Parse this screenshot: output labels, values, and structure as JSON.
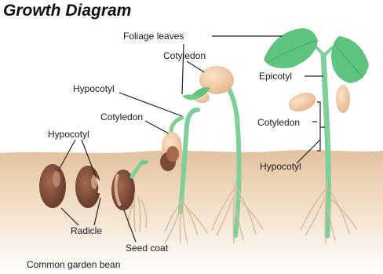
{
  "title": "Growth Diagram",
  "caption": "Common garden bean",
  "labels": {
    "foliage_leaves": "Foliage leaves",
    "cotyledon_top": "Cotyledon",
    "epicotyl": "Epicotyl",
    "hypocotyl_upper": "Hypocotyl",
    "cotyledon_mid": "Cotyledon",
    "cotyledon_right": "Cotyledon",
    "hypocotyl_left": "Hypocotyl",
    "hypocotyl_right": "Hypocotyl",
    "radicle": "Radicle",
    "seed_coat": "Seed coat"
  },
  "colors": {
    "soil_top": "#e7c9a6",
    "soil_bottom": "#f4e6d4",
    "seed": "#7a4a38",
    "seed_light": "#b27a5e",
    "cotyledon": "#f0c9a6",
    "stem": "#7fcf9a",
    "leaf": "#5fc27f",
    "root": "#d9b99a",
    "line": "#222222"
  }
}
